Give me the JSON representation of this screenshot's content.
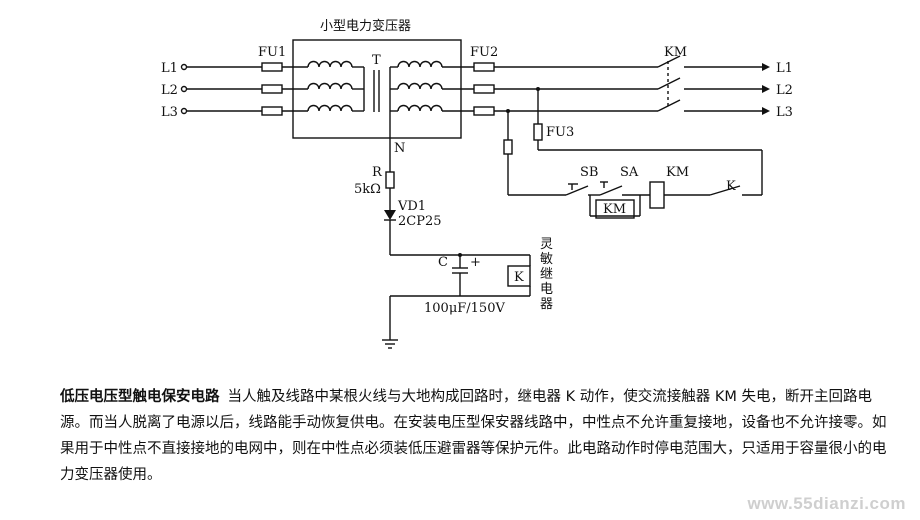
{
  "diagram": {
    "transformer_title": "小型电力变压器",
    "transformer_core": "T",
    "neutral": "N",
    "inputs": [
      "L1",
      "L2",
      "L3"
    ],
    "outputs": [
      "L1",
      "L2",
      "L3"
    ],
    "fuse_in": "FU1",
    "fuse_out": "FU2",
    "fuse_ctrl": "FU3",
    "contactor": "KM",
    "button_sb": "SB",
    "switch_sa": "SA",
    "coil_km": "KM",
    "aux_km": "KM",
    "relay_contact": "K",
    "resistor_ref": "R",
    "resistor_val": "5kΩ",
    "diode_ref": "VD1",
    "diode_type": "2CP25",
    "cap_ref": "C",
    "cap_plus": "+",
    "cap_val": "100μF/150V",
    "relay_coil": "K",
    "relay_name": "灵敏继电器"
  },
  "description": {
    "title": "低压电压型触电保安电路",
    "body": "当人触及线路中某根火线与大地构成回路时，继电器 K 动作，使交流接触器 KM 失电，断开主回路电源。而当人脱离了电源以后，线路能手动恢复供电。在安装电压型保安器线路中，中性点不允许重复接地，设备也不允许接零。如果用于中性点不直接接地的电网中，则在中性点必须装低压避雷器等保护元件。此电路动作时停电范围大，只适用于容量很小的电力变压器使用。"
  },
  "watermark": "www.55dianzi.com"
}
